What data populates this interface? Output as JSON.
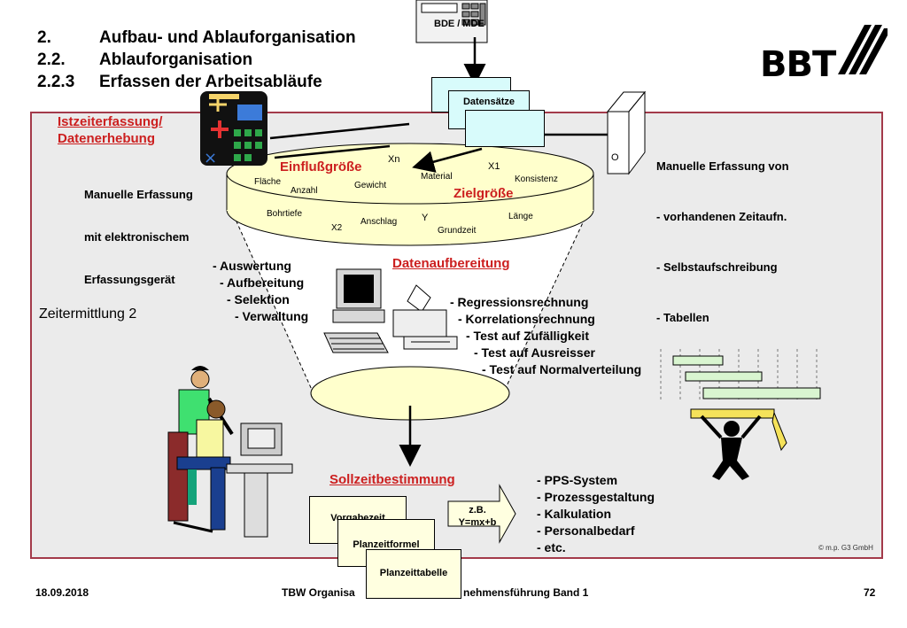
{
  "heading": {
    "lines": [
      {
        "num": "2.",
        "text": "Aufbau- und Ablauforganisation"
      },
      {
        "num": "2.2.",
        "text": "Ablauforganisation"
      },
      {
        "num": "2.2.3",
        "text": "Erfassen der Arbeitsabläufe"
      }
    ]
  },
  "logo": {
    "text": "BBT"
  },
  "bde": {
    "label": "BDE / MDE"
  },
  "datensaetze": {
    "label": "Datensätze"
  },
  "ist": {
    "title_line1": "Istzeiterfassung/",
    "title_line2": "Datenerhebung",
    "description": [
      "Manuelle Erfassung",
      "mit elektronischem",
      "Erfassungsgerät"
    ]
  },
  "manual": {
    "lines": [
      "Manuelle Erfassung von",
      "- vorhandenen Zeitaufn.",
      "- Selbstaufschreibung",
      "- Tabellen"
    ],
    "binder_letter": "O"
  },
  "disc": {
    "einfluss": "Einflußgröße",
    "ziel": "Zielgröße",
    "terms": {
      "xn": "Xn",
      "x1": "X1",
      "material": "Material",
      "konsistenz": "Konsistenz",
      "flaeche": "Fläche",
      "anzahl": "Anzahl",
      "gewicht": "Gewicht",
      "bohrtiefe": "Bohrtiefe",
      "anschlag": "Anschlag",
      "y": "Y",
      "laenge": "Länge",
      "x2": "X2",
      "grundzeit": "Grundzeit"
    }
  },
  "datenaufbereitung": {
    "title": "Datenaufbereitung",
    "left_list": [
      "- Auswertung",
      "- Aufbereitung",
      "- Selektion",
      "- Verwaltung"
    ],
    "right_list": [
      "- Regressionsrechnung",
      "- Korrelationsrechnung",
      "- Test auf Zufälligkeit",
      "- Test auf Ausreisser",
      "- Test auf Normalverteilung"
    ]
  },
  "zeitermittlung": {
    "label": "Zeitermittlung 2"
  },
  "sollzeit": {
    "title": "Sollzeitbestimmung",
    "cards": [
      "Vorgabezeit",
      "Planzeitformel",
      "Planzeittabelle"
    ],
    "formula_line1": "z.B.",
    "formula_line2": "Y=mx+b",
    "uses": [
      "- PPS-System",
      "- Prozessgestaltung",
      "- Kalkulation",
      "- Personalbedarf",
      "- etc."
    ]
  },
  "copyright": "© m.p. G3 GmbH",
  "footer": {
    "date": "18.09.2018",
    "title": "TBW Organisa",
    "title_rest": "nehmensführung Band 1",
    "page": "72"
  },
  "colors": {
    "panel_border": "#a33a4a",
    "panel_bg": "#ebebeb",
    "accent_red": "#cc1f1f",
    "disc_fill": "#ffffcc",
    "card_cyan": "#d8fbfb",
    "gantt_green": "#d9f5d0"
  }
}
